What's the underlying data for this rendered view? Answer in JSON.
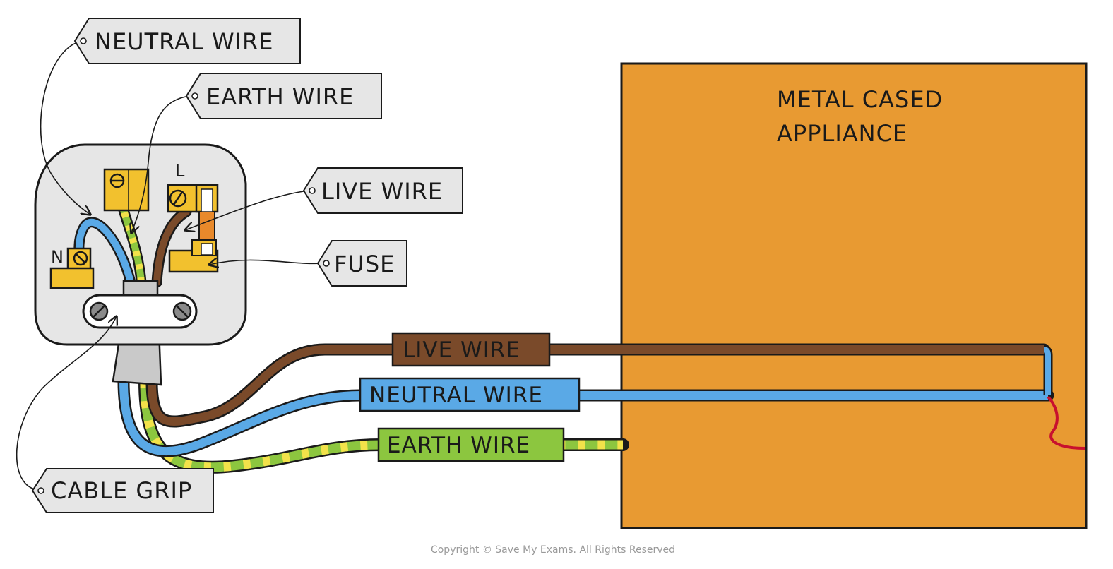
{
  "labels": {
    "neutral_wire": "NEUTRAL WIRE",
    "earth_wire": "EARTH WIRE",
    "live_wire": "LIVE WIRE",
    "fuse": "FUSE",
    "cable_grip": "CABLE GRIP"
  },
  "terminals": {
    "live": "L",
    "neutral": "N"
  },
  "cable_bands": {
    "live": "LIVE WIRE",
    "neutral": "NEUTRAL WIRE",
    "earth": "EARTH WIRE"
  },
  "appliance": {
    "line1": "METAL CASED",
    "line2": "APPLIANCE"
  },
  "copyright": "Copyright © Save My Exams. All Rights Reserved",
  "colors": {
    "live": "#7a4a2a",
    "neutral": "#5aa9e6",
    "earth": "#8cc63f",
    "earth_stripe": "#f2e24a",
    "appliance": "#e89a32",
    "plug_body": "#e6e6e6",
    "terminal": "#f2c12e",
    "fuse": "#e8892b",
    "element": "#c8102e"
  }
}
